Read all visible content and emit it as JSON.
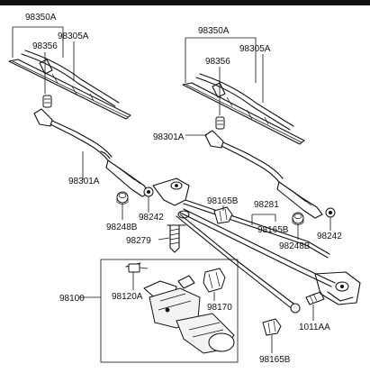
{
  "labels": {
    "left_blade_assy": "98350A",
    "left_blade": "98305A",
    "left_insert": "98356",
    "left_arm": "98301A",
    "left_nut": "98248B",
    "left_cap": "98242",
    "left_bolt": "98279",
    "right_blade_assy": "98350A",
    "right_blade": "98305A",
    "right_insert": "98356",
    "right_arm": "98301A",
    "linkage": "98281",
    "grommet_top": "98165B",
    "grommet_mid": "98165B",
    "right_nut": "98248B",
    "right_cap": "98242",
    "motor_assy": "98100",
    "motor_bolt": "98120A",
    "motor_part": "98170",
    "grommet_bottom": "98165B",
    "linkage_bolt": "1011AA"
  }
}
